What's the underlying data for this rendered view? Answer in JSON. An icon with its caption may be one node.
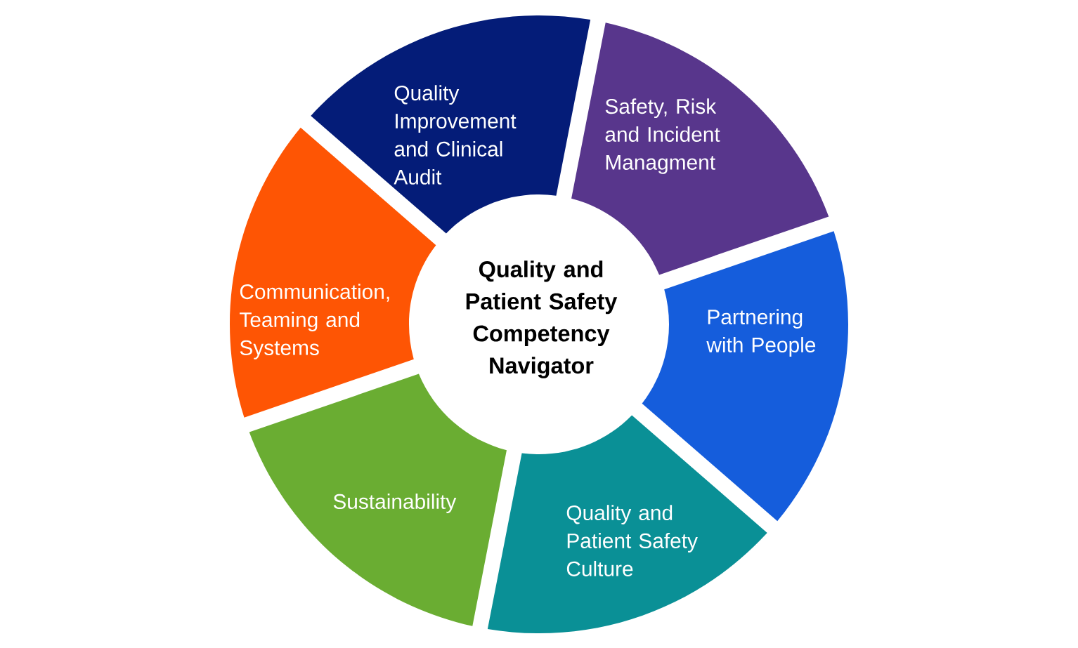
{
  "diagram": {
    "nodes": [
      {
        "text": [
          "Quality and Patient Safety Competency Navigator"
        ]
      },
      {
        "text": [
          "Quality Improvement and Clinical Audit"
        ]
      },
      {
        "text": [
          "Safety, Risk and Incident Managment"
        ]
      },
      {
        "text": [
          "Partnering with People"
        ]
      },
      {
        "text": [
          "Quality and Patient Safety Culture"
        ]
      },
      {
        "text": [
          "Sustainability"
        ]
      },
      {
        "text": [
          "Communication, Teaming and Systems"
        ]
      }
    ]
  }
}
